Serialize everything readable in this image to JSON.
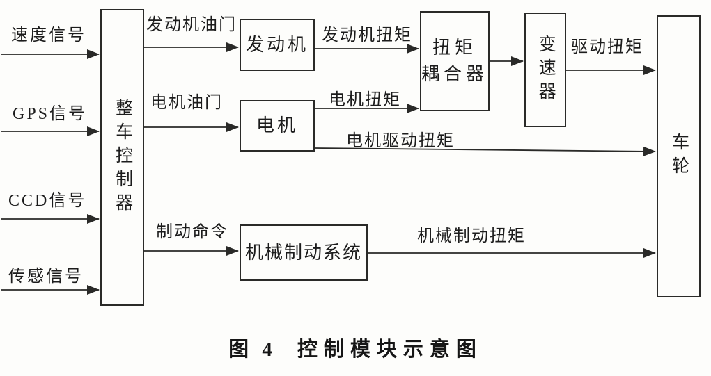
{
  "diagram": {
    "caption": {
      "figure_label": "图 4",
      "title": "控制模块示意图"
    },
    "inputs": [
      {
        "label": "速度信号"
      },
      {
        "label": "GPS信号"
      },
      {
        "label": "CCD信号"
      },
      {
        "label": "传感信号"
      }
    ],
    "nodes": {
      "controller": {
        "label": "整车控制器"
      },
      "engine": {
        "label": "发动机"
      },
      "motor": {
        "label": "电机"
      },
      "brake_system": {
        "label": "机械制动系统"
      },
      "torque_coupler": {
        "line1": "扭矩",
        "line2": "耦合器"
      },
      "transmission": {
        "label": "变速器"
      },
      "wheel": {
        "label": "车轮"
      }
    },
    "edge_labels": {
      "engine_throttle": "发动机油门",
      "motor_throttle": "电机油门",
      "brake_command": "制动命令",
      "engine_torque": "发动机扭矩",
      "motor_torque": "电机扭矩",
      "motor_drive_torque": "电机驱动扭矩",
      "drive_torque": "驱动扭矩",
      "mech_brake_torque": "机械制动扭矩"
    },
    "colors": {
      "line": "#2a2a28",
      "background": "#fdfdfb",
      "text": "#1c1c1c"
    }
  }
}
